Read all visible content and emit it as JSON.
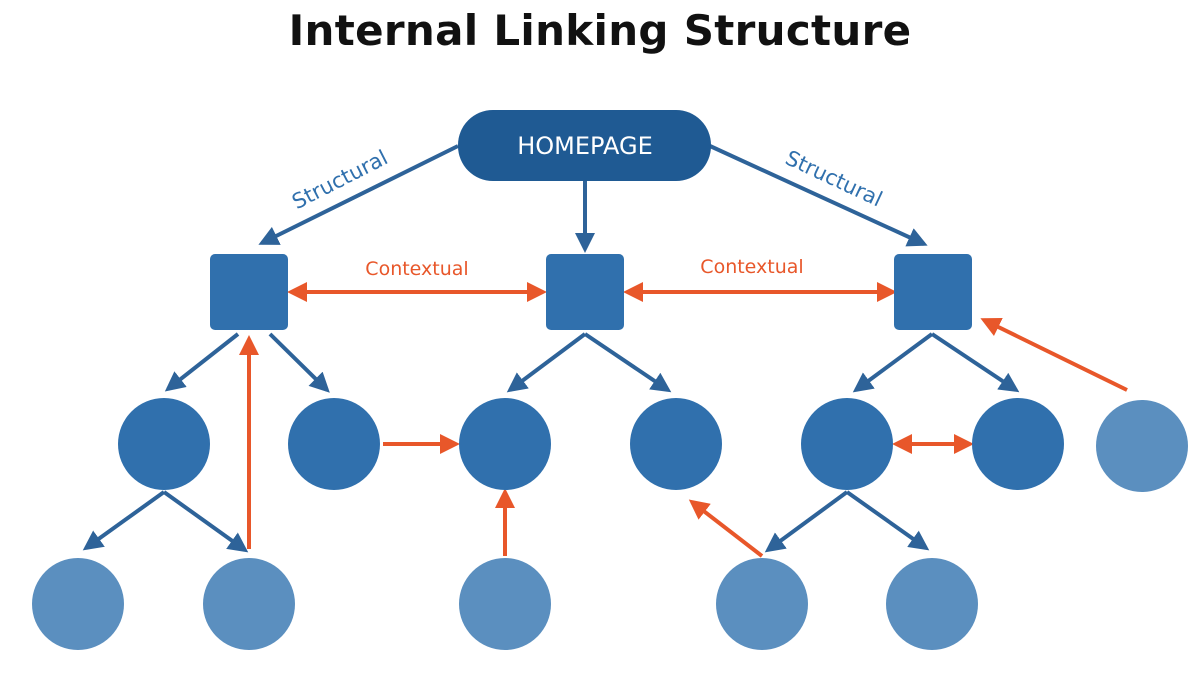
{
  "title": "Internal Linking Structure",
  "homepage_label": "HOMEPAGE",
  "labels": {
    "structural_left": "Structural",
    "structural_right": "Structural",
    "contextual_left": "Contextual",
    "contextual_right": "Contextual"
  },
  "colors": {
    "node": "#3070ad",
    "node_light": "#5b8fbf",
    "homepage": "#1f5a93",
    "structural_edge": "#2e6399",
    "contextual_edge": "#e8572a",
    "text_white": "#ffffff",
    "title": "#111111"
  },
  "node_shapes": {
    "category": "square",
    "page": "circle"
  }
}
